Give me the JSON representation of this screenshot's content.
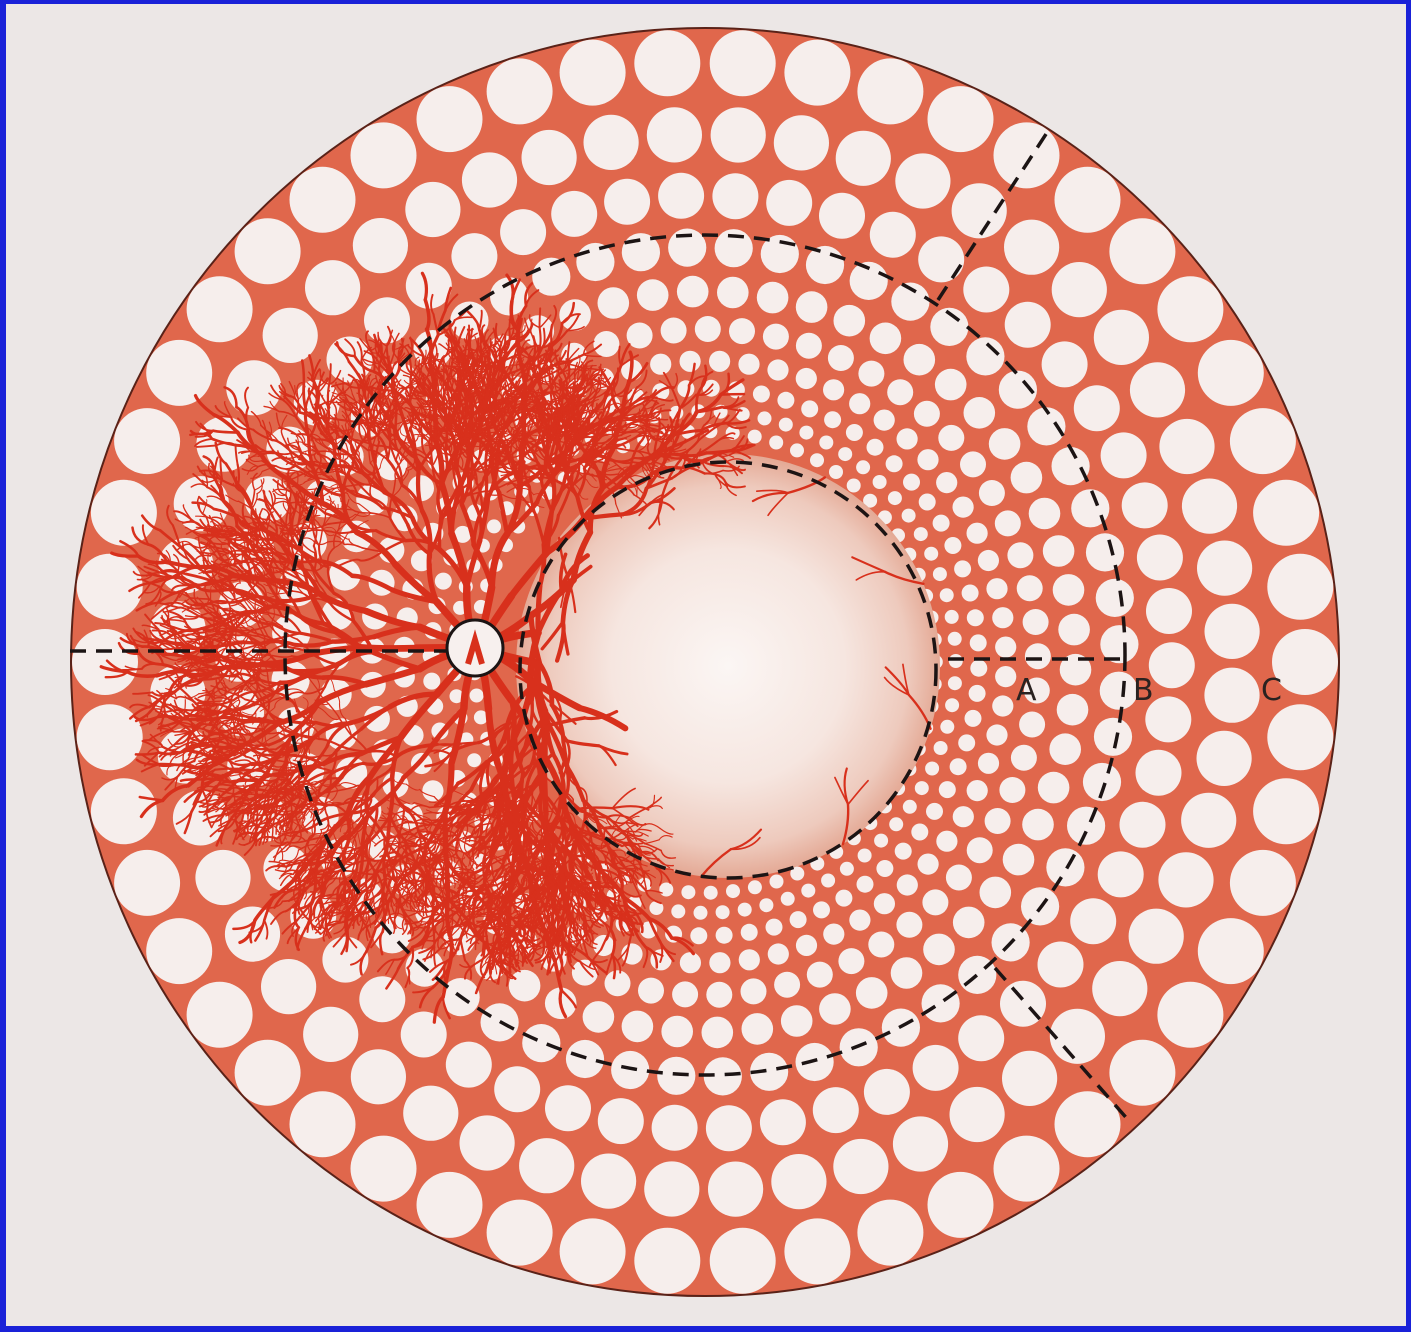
{
  "labels": {
    "zone_a": "A",
    "zone_b": "B",
    "zone_c": "C"
  },
  "colors": {
    "tissue": "#e0674c",
    "vessel": "#d8301c",
    "paper": "#ece7e6",
    "hole": "#f6eeec",
    "dashed_line": "#1c1414",
    "frame": "#1a22d8"
  },
  "icons": [
    "optic-disc-icon"
  ]
}
